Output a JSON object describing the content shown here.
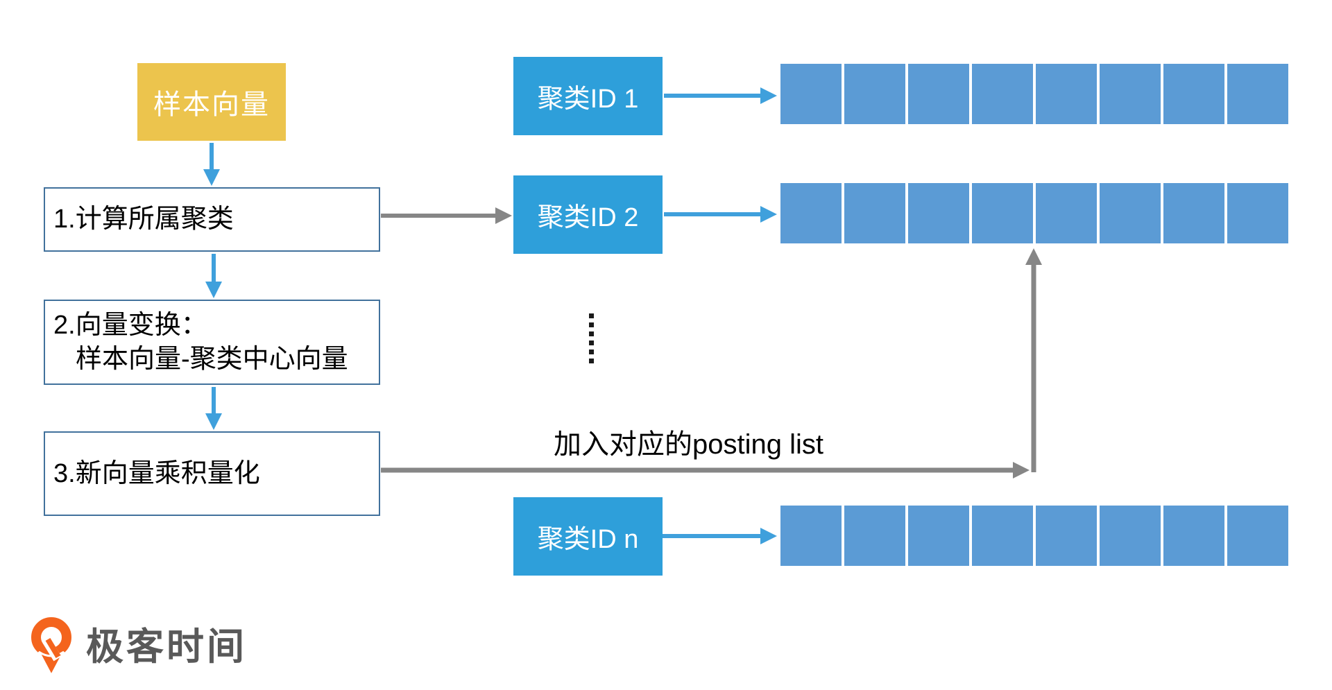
{
  "colors": {
    "sample_box_fill": "#ecc44d",
    "cluster_box_fill": "#2e9fda",
    "cell_fill": "#5b9bd5",
    "blue_arrow": "#3fa0dc",
    "gray_arrow": "#868686",
    "step_box_border": "#41719c",
    "logo_orange": "#f4641d",
    "logo_text_color": "#595959"
  },
  "pipeline": {
    "input_label": "样本向量",
    "steps": [
      {
        "lines": [
          "1.计算所属聚类"
        ]
      },
      {
        "lines": [
          "2.向量变换：",
          "样本向量-聚类中心向量"
        ]
      },
      {
        "lines": [
          "3.新向量乘积量化"
        ]
      }
    ]
  },
  "clusters": {
    "items": [
      {
        "label": "聚类ID 1"
      },
      {
        "label": "聚类ID 2"
      },
      {
        "label": "聚类ID n"
      }
    ],
    "cells_per_row": 8,
    "ellipsis_dots": 6
  },
  "annotations": {
    "posting_list": "加入对应的posting list"
  },
  "logo": {
    "text": "极客时间"
  }
}
